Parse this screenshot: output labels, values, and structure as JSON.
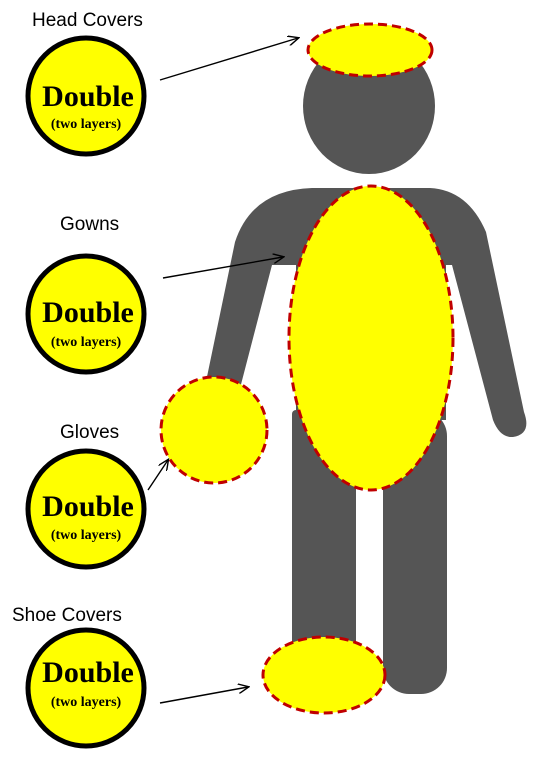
{
  "colors": {
    "figure": "#555555",
    "highlight": "#ffff00",
    "dashed_outline": "#c00000",
    "badge_fill": "#ffff00",
    "badge_outline": "#000000",
    "arrow": "#000000"
  },
  "items": [
    {
      "label": "Head Covers",
      "badge_main": "Double",
      "badge_sub": "(two layers)"
    },
    {
      "label": "Gowns",
      "badge_main": "Double",
      "badge_sub": "(two layers)"
    },
    {
      "label": "Gloves",
      "badge_main": "Double",
      "badge_sub": "(two layers)"
    },
    {
      "label": "Shoe Covers",
      "badge_main": "Double",
      "badge_sub": "(two layers)"
    }
  ]
}
